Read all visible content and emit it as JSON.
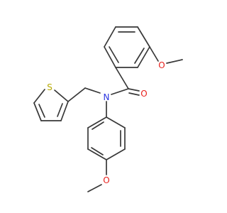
{
  "molecule": {
    "atoms": {
      "S": {
        "label": "S",
        "color": "#b5a900"
      },
      "O_methoxy_top": {
        "label": "O",
        "color": "#e8201c"
      },
      "O_carbonyl": {
        "label": "O",
        "color": "#e8201c"
      },
      "N_amide": {
        "label": "N",
        "color": "#2a35e0"
      },
      "O_methoxy_bottom": {
        "label": "O",
        "color": "#e8201c"
      }
    },
    "bond_color": "#383838"
  }
}
